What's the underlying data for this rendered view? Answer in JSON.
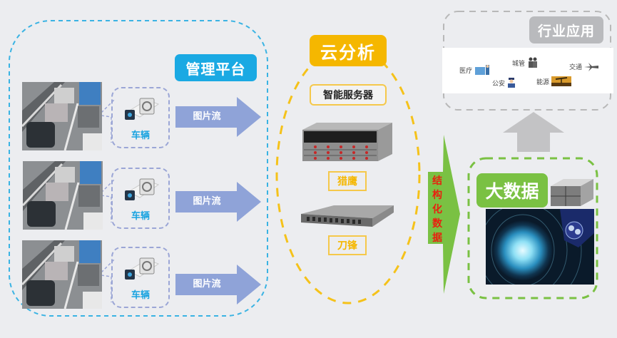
{
  "management": {
    "title": "管理平台",
    "cameras": [
      {
        "label": "车辆",
        "stream_label": "图片流"
      },
      {
        "label": "车辆",
        "stream_label": "图片流"
      },
      {
        "label": "车辆",
        "stream_label": "图片流"
      }
    ]
  },
  "cloud": {
    "title": "云分析",
    "server_group_label": "智能服务器",
    "servers": [
      {
        "name": "猎鹰"
      },
      {
        "name": "刀锋"
      }
    ]
  },
  "structured_data": {
    "chars": [
      "结",
      "构",
      "化",
      "数",
      "据"
    ]
  },
  "bigdata": {
    "title": "大数据"
  },
  "industry": {
    "title": "行业应用",
    "items": [
      {
        "label": "医疗",
        "icon": "hospital-icon"
      },
      {
        "label": "城管",
        "icon": "urban-management-icon"
      },
      {
        "label": "交通",
        "icon": "airplane-icon"
      },
      {
        "label": "公安",
        "icon": "police-icon"
      },
      {
        "label": "能源",
        "icon": "oil-pump-icon"
      }
    ]
  },
  "colors": {
    "management": "#1aa9e3",
    "stream_arrow": "#8fa3d8",
    "cloud": "#f5b700",
    "structured_arrow": "#7ac143",
    "structured_text": "#e8200f",
    "bigdata": "#7ac143",
    "industry": "#b9babd"
  }
}
